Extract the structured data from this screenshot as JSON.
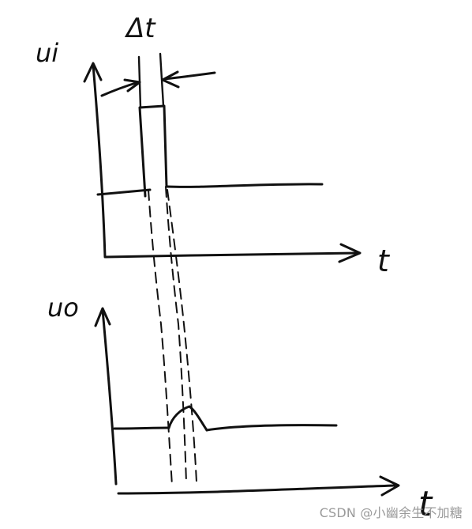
{
  "diagram": {
    "top_plot": {
      "y_label": "ui",
      "x_label": "t",
      "interval_label": "Δt"
    },
    "bottom_plot": {
      "y_label": "uo",
      "x_label": "t"
    }
  },
  "watermark": "CSDN @小幽余生不加糖",
  "ink_color": "#111111"
}
